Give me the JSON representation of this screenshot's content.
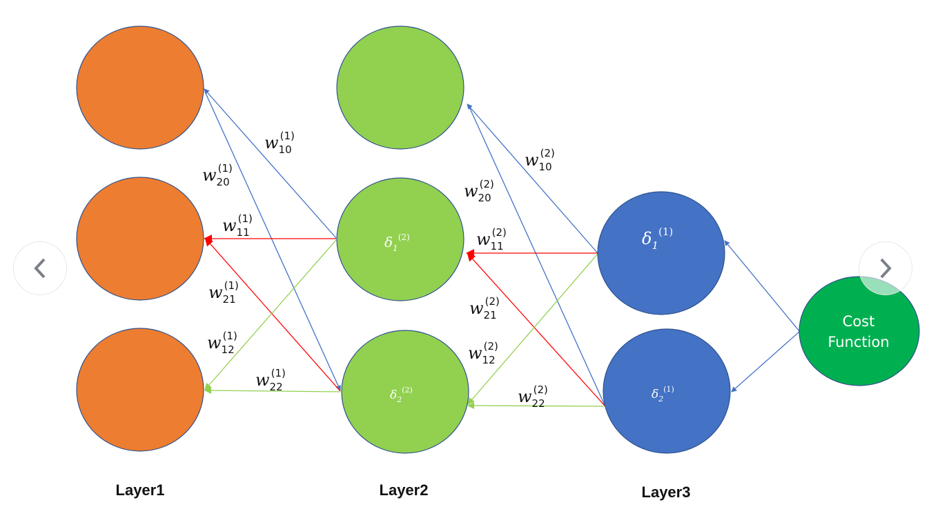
{
  "colors": {
    "layer1": "#ED7D31",
    "layer2": "#92D050",
    "layer3": "#4472C4",
    "cost": "#00B050",
    "blue_edge": "#4472C4",
    "red_edge": "#FF0000",
    "green_edge": "#92D050"
  },
  "layers": [
    {
      "label": "Layer1"
    },
    {
      "label": "Layer2"
    },
    {
      "label": "Layer3"
    }
  ],
  "nodes": {
    "l2_1": {
      "sym": "δ",
      "sub": "1",
      "sup": "(2)"
    },
    "l2_2": {
      "sym": "δ",
      "sub": "2",
      "sup": "(2)"
    },
    "l3_1": {
      "sym": "δ",
      "sub": "1",
      "sup": "(1)"
    },
    "l3_2": {
      "sym": "δ",
      "sub": "2",
      "sup": "(1)"
    },
    "cost": {
      "line1": "Cost",
      "line2": "Function"
    }
  },
  "weights": [
    {
      "sym": "w",
      "sub": "10",
      "sup": "(1)"
    },
    {
      "sym": "w",
      "sub": "20",
      "sup": "(1)"
    },
    {
      "sym": "w",
      "sub": "11",
      "sup": "(1)"
    },
    {
      "sym": "w",
      "sub": "21",
      "sup": "(1)"
    },
    {
      "sym": "w",
      "sub": "12",
      "sup": "(1)"
    },
    {
      "sym": "w",
      "sub": "22",
      "sup": "(1)"
    },
    {
      "sym": "w",
      "sub": "10",
      "sup": "(2)"
    },
    {
      "sym": "w",
      "sub": "20",
      "sup": "(2)"
    },
    {
      "sym": "w",
      "sub": "11",
      "sup": "(2)"
    },
    {
      "sym": "w",
      "sub": "21",
      "sup": "(2)"
    },
    {
      "sym": "w",
      "sub": "12",
      "sup": "(2)"
    },
    {
      "sym": "w",
      "sub": "22",
      "sup": "(2)"
    }
  ],
  "nav": {
    "prev_icon": "chevron-left-icon",
    "next_icon": "chevron-right-icon"
  }
}
